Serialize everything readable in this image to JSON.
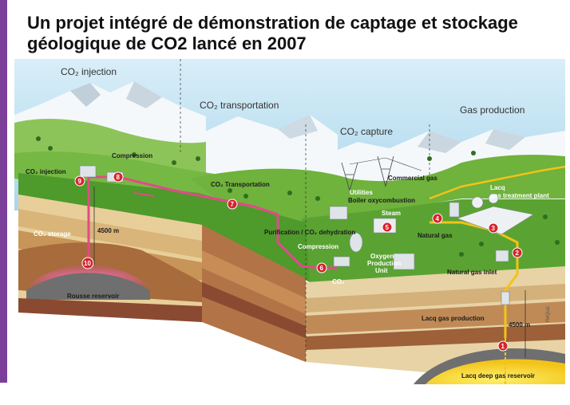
{
  "title": {
    "line1": "Un projet intégré de démonstration de captage et stockage",
    "line2": "géologique de CO2 lancé en 2007"
  },
  "diagram": {
    "sections": {
      "injection": "CO₂ injection",
      "transportation": "CO₂ transportation",
      "capture": "CO₂ capture",
      "production": "Gas production"
    },
    "labels": {
      "compression_top": "Compression",
      "co2_injection": "CO₂ injection",
      "co2_transportation": "CO₂ Transportation",
      "co2_storage": "CO₂ storage",
      "depth_left": "4500 m",
      "rousse_reservoir": "Rousse reservoir",
      "commercial_gas": "Commercial gas",
      "utilities": "Utilities",
      "boiler_oxycombustion": "Boiler oxycombustion",
      "steam": "Steam",
      "lacq": "Lacq",
      "gas_treatment_plant": "gas treatment plant",
      "purification_dehydration": "Purification / CO₂ dehydration",
      "natural_gas": "Natural gas",
      "compression_mid": "Compression",
      "oxygen_production_unit_1": "Oxygen",
      "oxygen_production_unit_2": "Production",
      "oxygen_production_unit_3": "Unit",
      "co2_small": "CO₂",
      "natural_gas_inlet": "Natural gas inlet",
      "lacq_gas_production": "Lacq gas production",
      "depth_right": "4500 m",
      "lacq_deep_gas_reservoir": "Lacq deep gas reservoir",
      "credit": "RéQuiz"
    },
    "markers": [
      "1",
      "2",
      "3",
      "4",
      "5",
      "6",
      "7",
      "8",
      "9",
      "10"
    ],
    "colors": {
      "sky": "#bfe3f3",
      "mountain_snow": "#f4f8fb",
      "grass": "#76b844",
      "soil_light": "#e8cf9a",
      "soil_dark": "#8a4a32",
      "marker": "#d4252b",
      "co2_pipe": "#e14a8a",
      "gas_pipe": "#f2c318",
      "storage_glow": "#e83e8c",
      "reservoir_yellow": "#f7df2a",
      "accent_bar": "#7b3f9a"
    }
  }
}
